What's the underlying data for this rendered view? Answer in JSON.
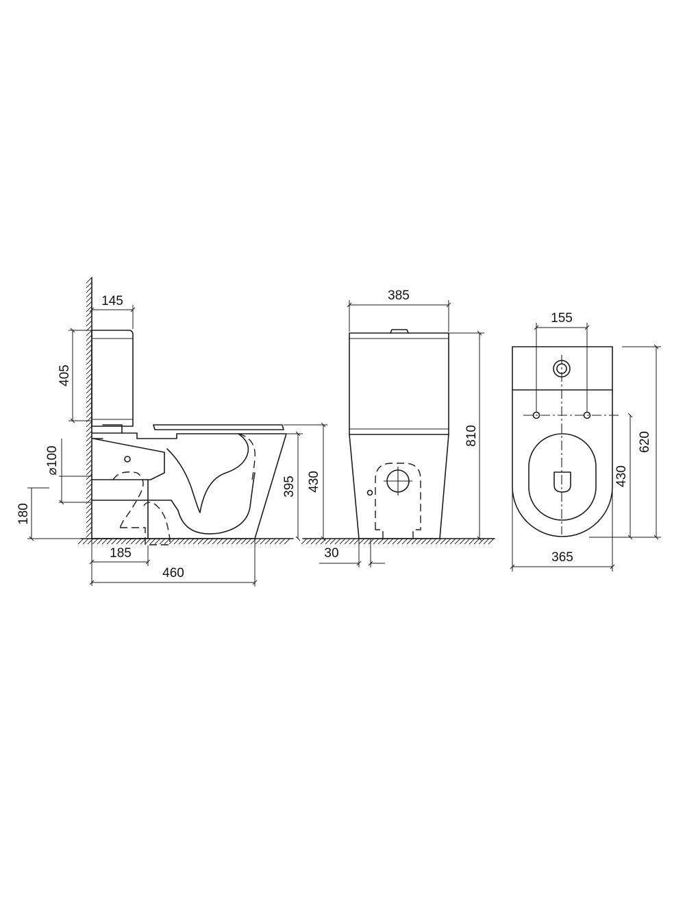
{
  "side_view": {
    "tank_depth": "145",
    "tank_height": "405",
    "outlet_diameter": "⌀100",
    "outlet_height": "180",
    "outlet_center_offset": "185",
    "overall_depth": "460",
    "bowl_height": "395",
    "seat_height": "430"
  },
  "front_view": {
    "overall_width": "385",
    "overall_height": "810",
    "floor_fixing_offset": "30"
  },
  "top_view": {
    "tank_hole_spacing": "155",
    "overall_length": "620",
    "bowl_length": "430",
    "bowl_width": "365"
  }
}
